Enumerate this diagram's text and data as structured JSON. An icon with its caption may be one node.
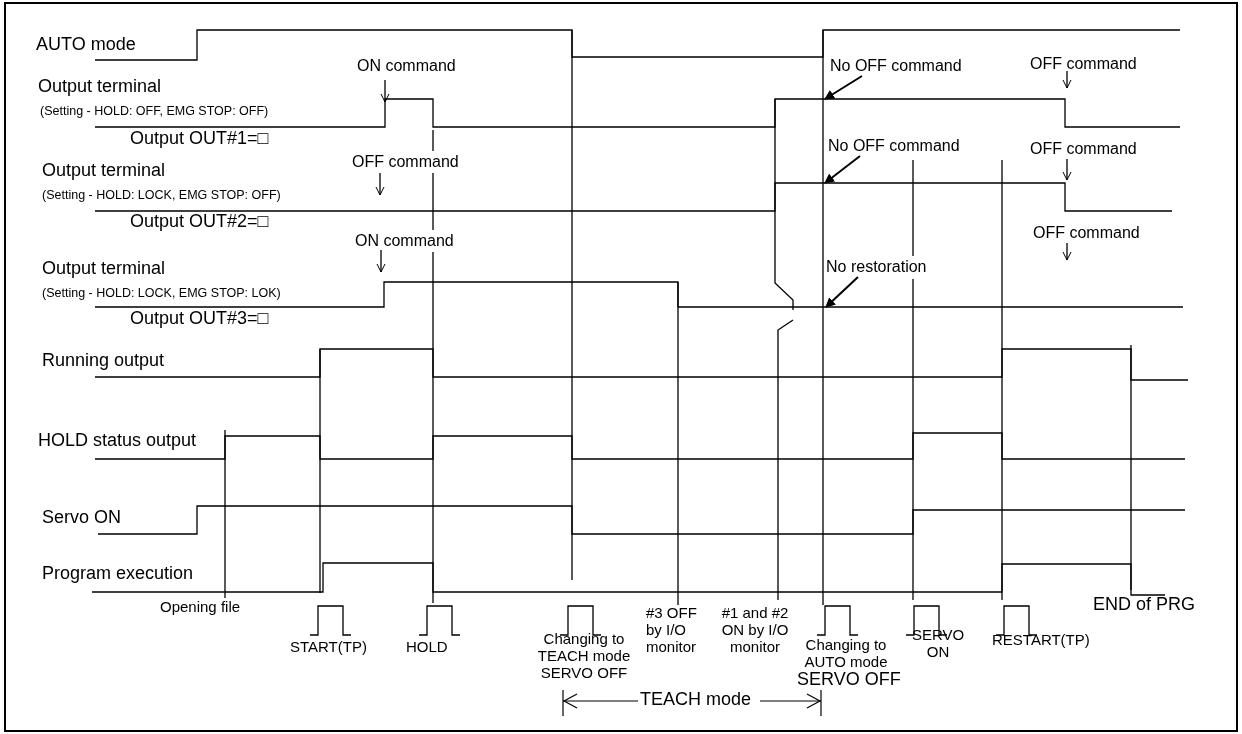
{
  "diagram": {
    "nodes": [
      {
        "text": [
          "No OFF command"
        ]
      },
      {
        "text": [
          "No OFF command"
        ]
      },
      {
        "text": [
          "No restoration"
        ]
      }
    ],
    "edges": [
      {
        "from": 0,
        "to": null,
        "arrow": "to"
      },
      {
        "from": 1,
        "to": null,
        "arrow": "to"
      },
      {
        "from": 2,
        "to": null,
        "arrow": "to"
      }
    ],
    "labels": [
      "AUTO mode",
      "ON command",
      "OFF command",
      "Output terminal",
      "(Setting - HOLD: OFF, EMG STOP: OFF)",
      "Output OUT#1=□",
      "OFF command",
      "OFF command",
      "Output terminal",
      "(Setting - HOLD: LOCK, EMG STOP: OFF)",
      "Output OUT#2=□",
      "ON command",
      "OFF command",
      "Output terminal",
      "(Setting - HOLD: LOCK, EMG STOP: LOK)",
      "Output OUT#3=□",
      "Running output",
      "HOLD status output",
      "Servo ON",
      "Program execution",
      "Opening file",
      "END of PRG",
      "#3 OFF by I/O monitor",
      "#1 and #2 ON by I/O monitor",
      "START(TP)",
      "HOLD",
      "Changing to TEACH mode SERVO OFF",
      "Changing to AUTO mode",
      "SERVO OFF",
      "SERVO ON",
      "RESTART(TP)",
      "TEACH mode"
    ]
  }
}
